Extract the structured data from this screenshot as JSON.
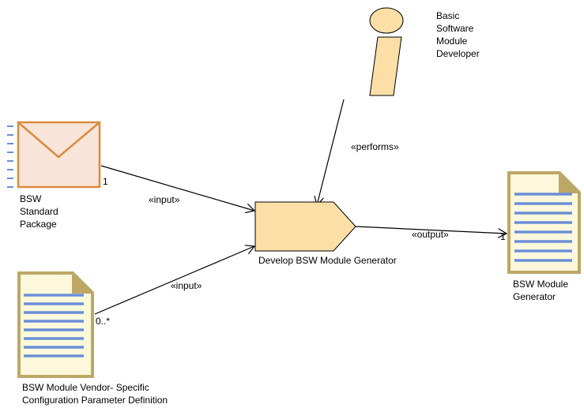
{
  "diagram": {
    "performer": {
      "name_lines": [
        "Basic",
        "Software",
        "Module",
        "Developer"
      ],
      "icon": "role-person-icon"
    },
    "task": {
      "name": "Develop BSW Module Generator",
      "icon": "task-pentagon-icon"
    },
    "input_package": {
      "name_lines": [
        "BSW",
        "Standard",
        "Package"
      ],
      "icon": "envelope-package-icon",
      "multiplicity": "1"
    },
    "input_document": {
      "name_lines": [
        "BSW Module Vendor- Specific",
        "Configuration Parameter Definition"
      ],
      "icon": "document-icon",
      "multiplicity": "0..*"
    },
    "output_document": {
      "name_lines": [
        "BSW Module",
        "Generator"
      ],
      "icon": "document-icon",
      "multiplicity": "1"
    },
    "edges": {
      "performs": "«performs»",
      "input_1": "«input»",
      "input_2": "«input»",
      "output": "«output»"
    },
    "colors": {
      "role_fill": "#fbdfa6",
      "task_fill": "#fbdfa6",
      "package_fill": "#f8e4d9",
      "package_stroke": "#d98a3f",
      "doc_fill": "#fdf8dc",
      "doc_border": "#bda766",
      "doc_lines": "#6b8fd6",
      "dashes": "#6b8fd6"
    }
  }
}
